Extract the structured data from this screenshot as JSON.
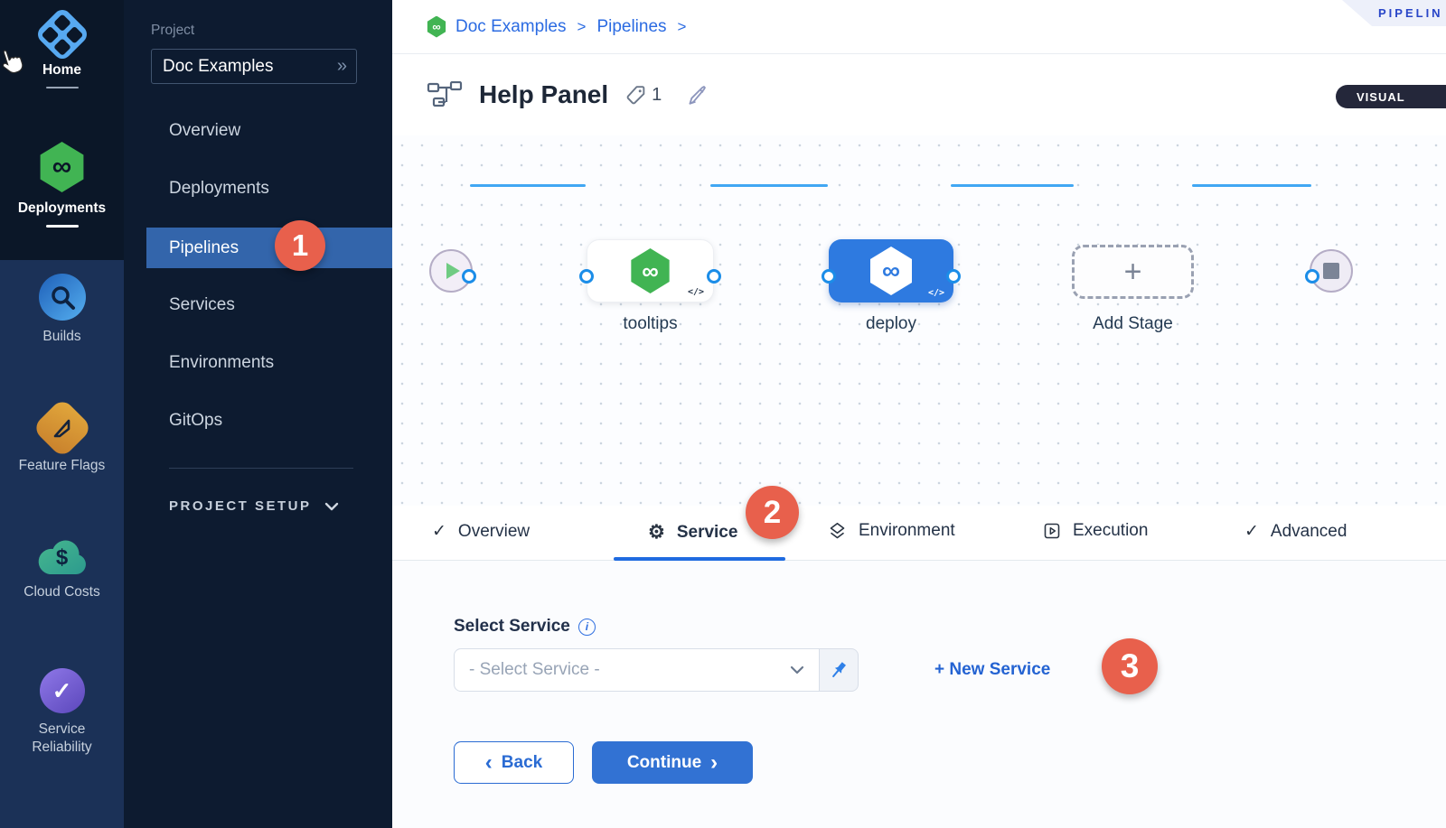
{
  "glyphs": {
    "infinity": "∞",
    "dollar": "$",
    "check": "✓",
    "gear": "⚙",
    "chevrons_right": "»",
    "plus": "+",
    "code": "</>",
    "info": "i",
    "back_chevron": "‹",
    "forward_chevron": "›",
    "crumb_sep": ">"
  },
  "rail": {
    "modules": [
      {
        "label": "Home",
        "icon": "harness-logo"
      },
      {
        "label": "Deployments",
        "icon": "cd-hexagon"
      },
      {
        "label": "Builds",
        "icon": "ci-magnifier"
      },
      {
        "label": "Feature Flags",
        "icon": "flag"
      },
      {
        "label": "Cloud Costs",
        "icon": "cloud-dollar"
      },
      {
        "label": "Service Reliability",
        "line1": "Service",
        "line2": "Reliability",
        "icon": "reliability-check"
      }
    ]
  },
  "project_panel": {
    "section_label": "Project",
    "project_name": "Doc Examples",
    "menu": [
      {
        "label": "Overview"
      },
      {
        "label": "Deployments"
      },
      {
        "label": "Pipelines",
        "active": true,
        "badge": "1"
      },
      {
        "label": "Services"
      },
      {
        "label": "Environments"
      },
      {
        "label": "GitOps"
      }
    ],
    "setup_label": "PROJECT SETUP"
  },
  "breadcrumb": {
    "items": [
      "Doc Examples",
      "Pipelines"
    ]
  },
  "corner_banner": {
    "label": "PIPELIN"
  },
  "header": {
    "title": "Help Panel",
    "tag_count": "1",
    "visual_toggle_label": "VISUAL"
  },
  "canvas": {
    "stages": [
      {
        "name": "tooltips",
        "style": "green-on-white"
      },
      {
        "name": "deploy",
        "style": "white-on-blue-selected"
      }
    ],
    "add_stage_label": "Add Stage"
  },
  "tabs": [
    {
      "label": "Overview",
      "icon": "check"
    },
    {
      "label": "Service",
      "icon": "gear",
      "active": true,
      "badge": "2"
    },
    {
      "label": "Environment",
      "icon": "layered-diamond"
    },
    {
      "label": "Execution",
      "icon": "play-square"
    },
    {
      "label": "Advanced",
      "icon": "check"
    }
  ],
  "service_form": {
    "label": "Select Service",
    "select_placeholder": "- Select Service -",
    "new_service_label": "+ New Service",
    "new_service_badge": "3",
    "back_label": "Back",
    "continue_label": "Continue"
  },
  "colors": {
    "accent_blue": "#1f6be0",
    "badge_red": "#e8604c",
    "stage_blue": "#2e7ae0",
    "harness_green": "#41b453",
    "rail_dark": "#0b1728",
    "rail_light": "#1b3157",
    "panel_dark": "#0d1b30",
    "menu_highlight": "#3365ab"
  }
}
